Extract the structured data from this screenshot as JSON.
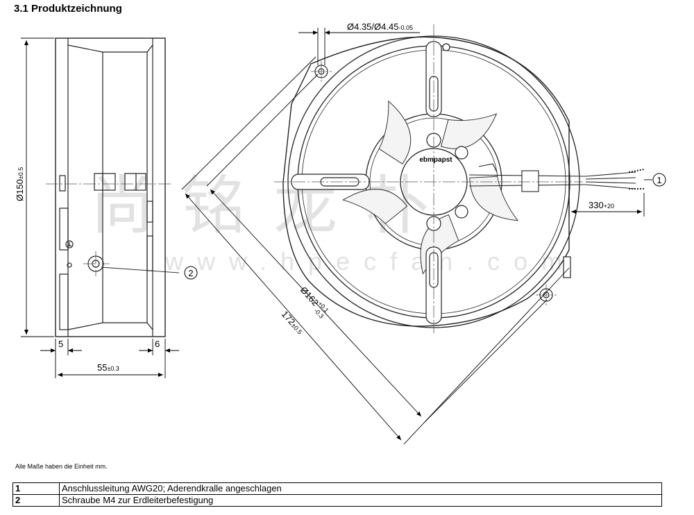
{
  "heading": "3.1 Produktzeichnung",
  "note": "Alle Maße haben die Einheit mm.",
  "watermark": {
    "chinese": "尚铭龙朴",
    "url": "www.hpecfan.com"
  },
  "logo_text": "ebmpapst",
  "dimensions": {
    "height_main": "Ø150",
    "height_tol": "±0.5",
    "left_offset": "5",
    "right_offset": "6",
    "depth_main": "55",
    "depth_tol": "±0.3",
    "hole_main": "Ø4.35/Ø4.45",
    "hole_tol": "-0.05",
    "dia_main": "Ø162",
    "dia_tol_up": "+0.1",
    "dia_tol_down": "-0.3",
    "span_main": "172",
    "span_tol": "±0.5",
    "lead_main": "330",
    "lead_tol": "+20"
  },
  "callouts": [
    "1",
    "2"
  ],
  "legend": [
    {
      "num": "1",
      "text": "Anschlussleitung AWG20; Aderendkralle angeschlagen"
    },
    {
      "num": "2",
      "text": "Schraube M4 zur Erdleiterbefestigung"
    }
  ]
}
